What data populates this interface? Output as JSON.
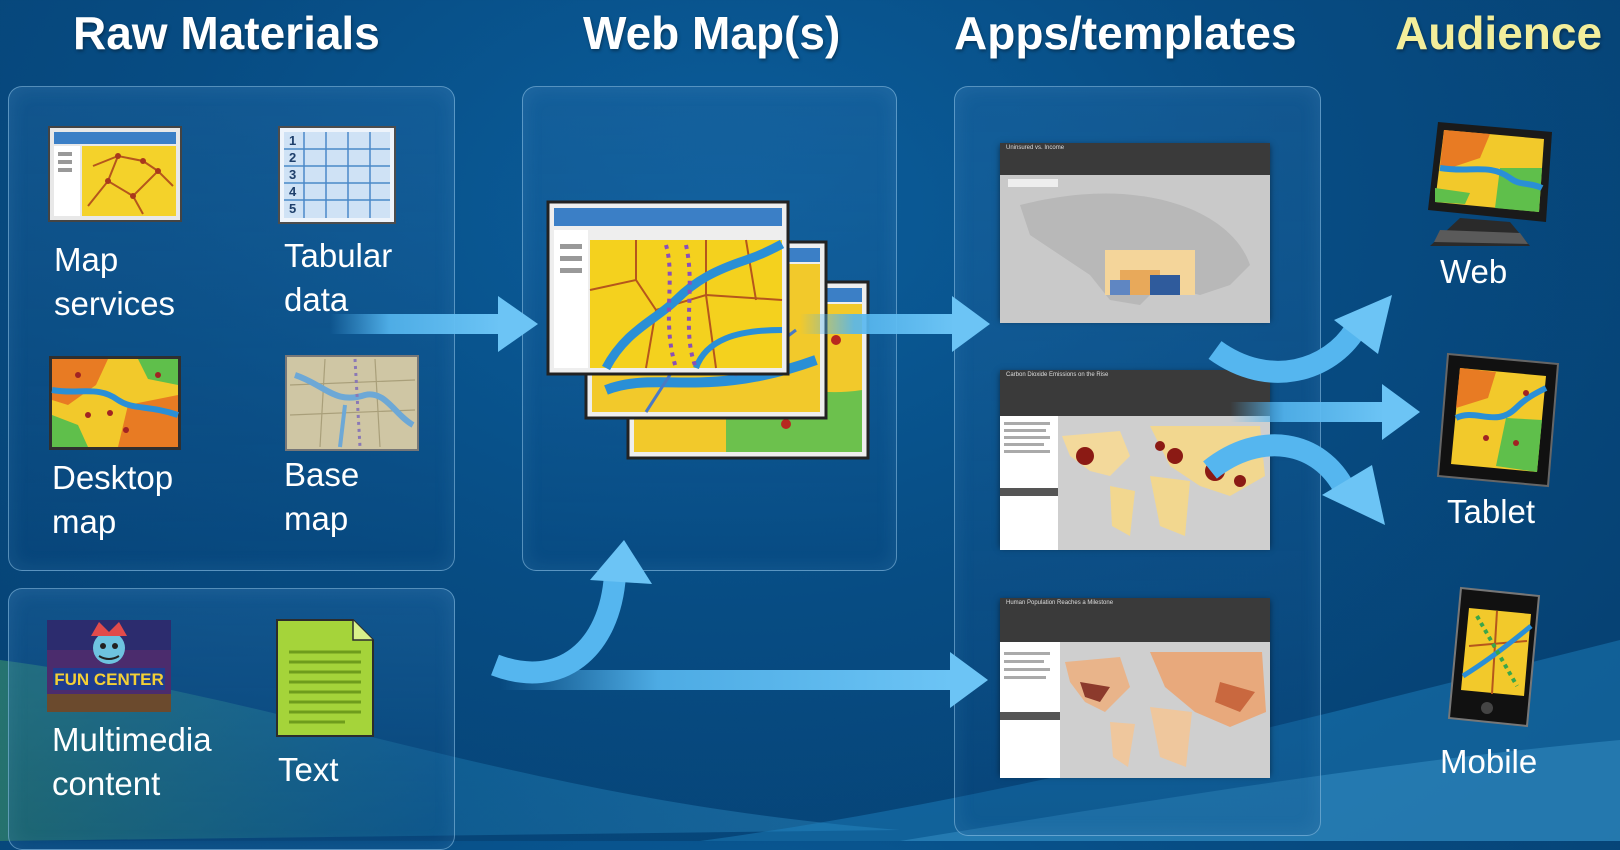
{
  "headings": {
    "raw_materials": "Raw Materials",
    "web_maps": "Web Map(s)",
    "apps_templates": "Apps/templates",
    "audience": "Audience"
  },
  "raw_materials": {
    "map_services": [
      "Map",
      "services"
    ],
    "tabular_data": [
      "Tabular",
      "data"
    ],
    "desktop_map": [
      "Desktop",
      "map"
    ],
    "base_map": [
      "Base",
      "map"
    ],
    "multimedia_content": [
      "Multimedia",
      "content"
    ],
    "text": "Text",
    "fun_center_sign": "FUN CENTER"
  },
  "tabular_rows": [
    "1",
    "2",
    "3",
    "4",
    "5"
  ],
  "app_screens": {
    "screen1_title": "Uninsured vs. Income",
    "screen2_title": "Carbon Dioxide Emissions on the Rise",
    "screen3_title": "Human Population Reaches a Milestone"
  },
  "audience": {
    "web": "Web",
    "tablet": "Tablet",
    "mobile": "Mobile"
  },
  "colors": {
    "heading": "#ffffff",
    "audience_heading": "#f3ee9b",
    "arrow": "#55b6ef",
    "map_yellow": "#f2d21e",
    "map_river": "#2aa3e0"
  }
}
